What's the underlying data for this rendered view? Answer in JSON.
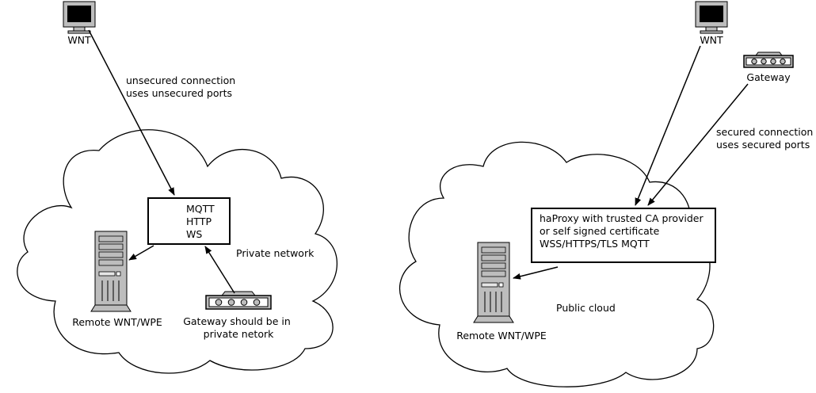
{
  "left": {
    "monitor_label": "WNT",
    "connection_note": [
      "unsecured connection",
      "uses unsecured ports"
    ],
    "protocols": [
      "MQTT",
      "HTTP",
      "WS"
    ],
    "network_label": "Private network",
    "server_label": "Remote WNT/WPE",
    "gateway_note": [
      "Gateway should be in",
      "private netork"
    ]
  },
  "right": {
    "monitor_label": "WNT",
    "gateway_label": "Gateway",
    "connection_note": [
      "secured connection",
      "uses secured ports"
    ],
    "proxy_text": [
      "haProxy with trusted CA provider",
      "or self signed certificate",
      "WSS/HTTPS/TLS MQTT"
    ],
    "network_label": "Public cloud",
    "server_label": "Remote WNT/WPE"
  },
  "colors": {
    "stroke": "#000000",
    "screen": "#000000",
    "device": "#bdbdbd"
  },
  "icons": [
    "monitor-icon",
    "server-icon",
    "gateway-icon"
  ]
}
